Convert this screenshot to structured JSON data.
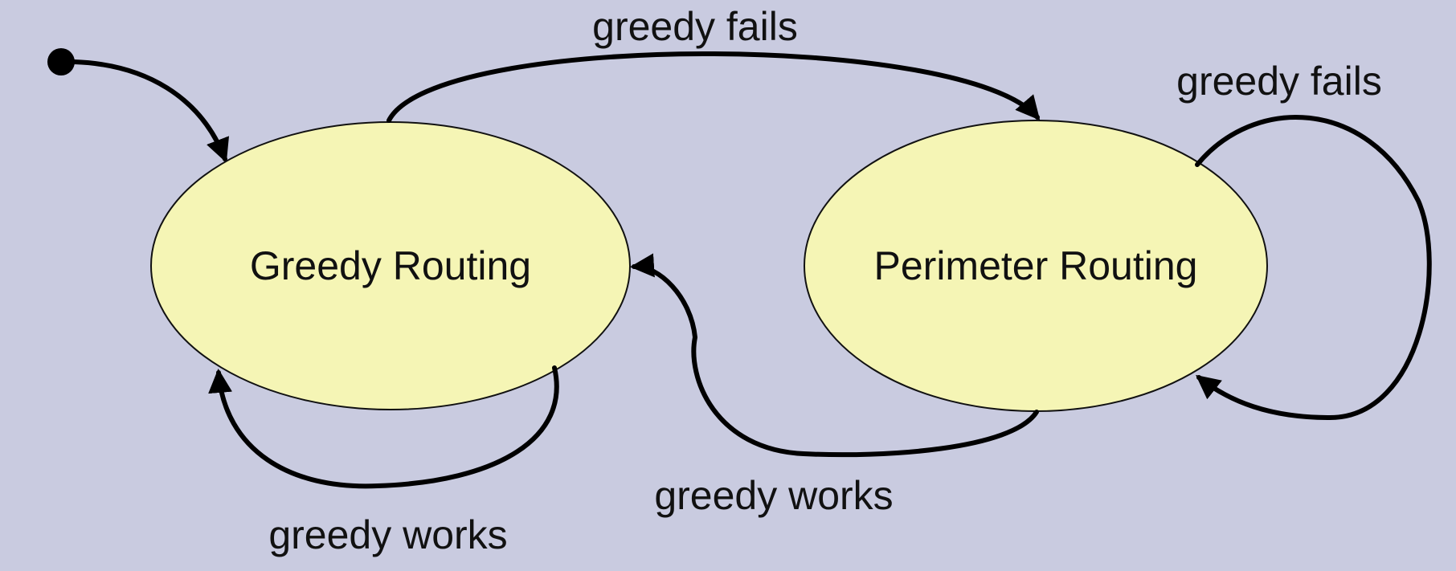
{
  "states": {
    "greedy": {
      "label": "Greedy Routing"
    },
    "perimeter": {
      "label": "Perimeter Routing"
    }
  },
  "transitions": {
    "greedy_to_perimeter": {
      "label": "greedy fails"
    },
    "perimeter_self": {
      "label": "greedy fails"
    },
    "perimeter_to_greedy": {
      "label": "greedy works"
    },
    "greedy_self": {
      "label": "greedy works"
    }
  },
  "colors": {
    "background": "#c9cbe0",
    "state_fill": "#f5f5b5",
    "stroke": "#000000"
  }
}
